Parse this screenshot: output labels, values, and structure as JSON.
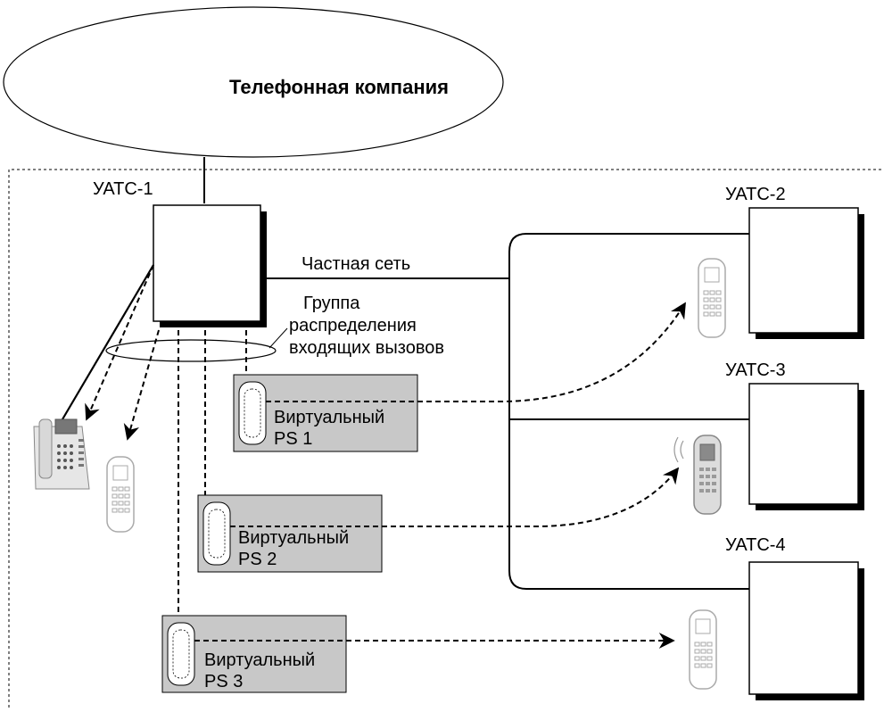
{
  "cloud": {
    "label": "Телефонная компания"
  },
  "pbx": [
    {
      "id": "pbx1",
      "label": "УАТС-1"
    },
    {
      "id": "pbx2",
      "label": "УАТС-2"
    },
    {
      "id": "pbx3",
      "label": "УАТС-3"
    },
    {
      "id": "pbx4",
      "label": "УАТС-4"
    }
  ],
  "private_network": {
    "label": "Частная сеть"
  },
  "group": {
    "line1": "Группа",
    "line2": "распределения",
    "line3": "входящих вызовов"
  },
  "virtual_ps": [
    {
      "id": "vps1",
      "line1": "Виртуальный",
      "line2": "PS 1"
    },
    {
      "id": "vps2",
      "line1": "Виртуальный",
      "line2": "PS 2"
    },
    {
      "id": "vps3",
      "line1": "Виртуальный",
      "line2": "PS 3"
    }
  ],
  "colors": {
    "line": "#000000",
    "box_fill": "#c8c8c8",
    "device_gray": "#aaaaaa"
  }
}
